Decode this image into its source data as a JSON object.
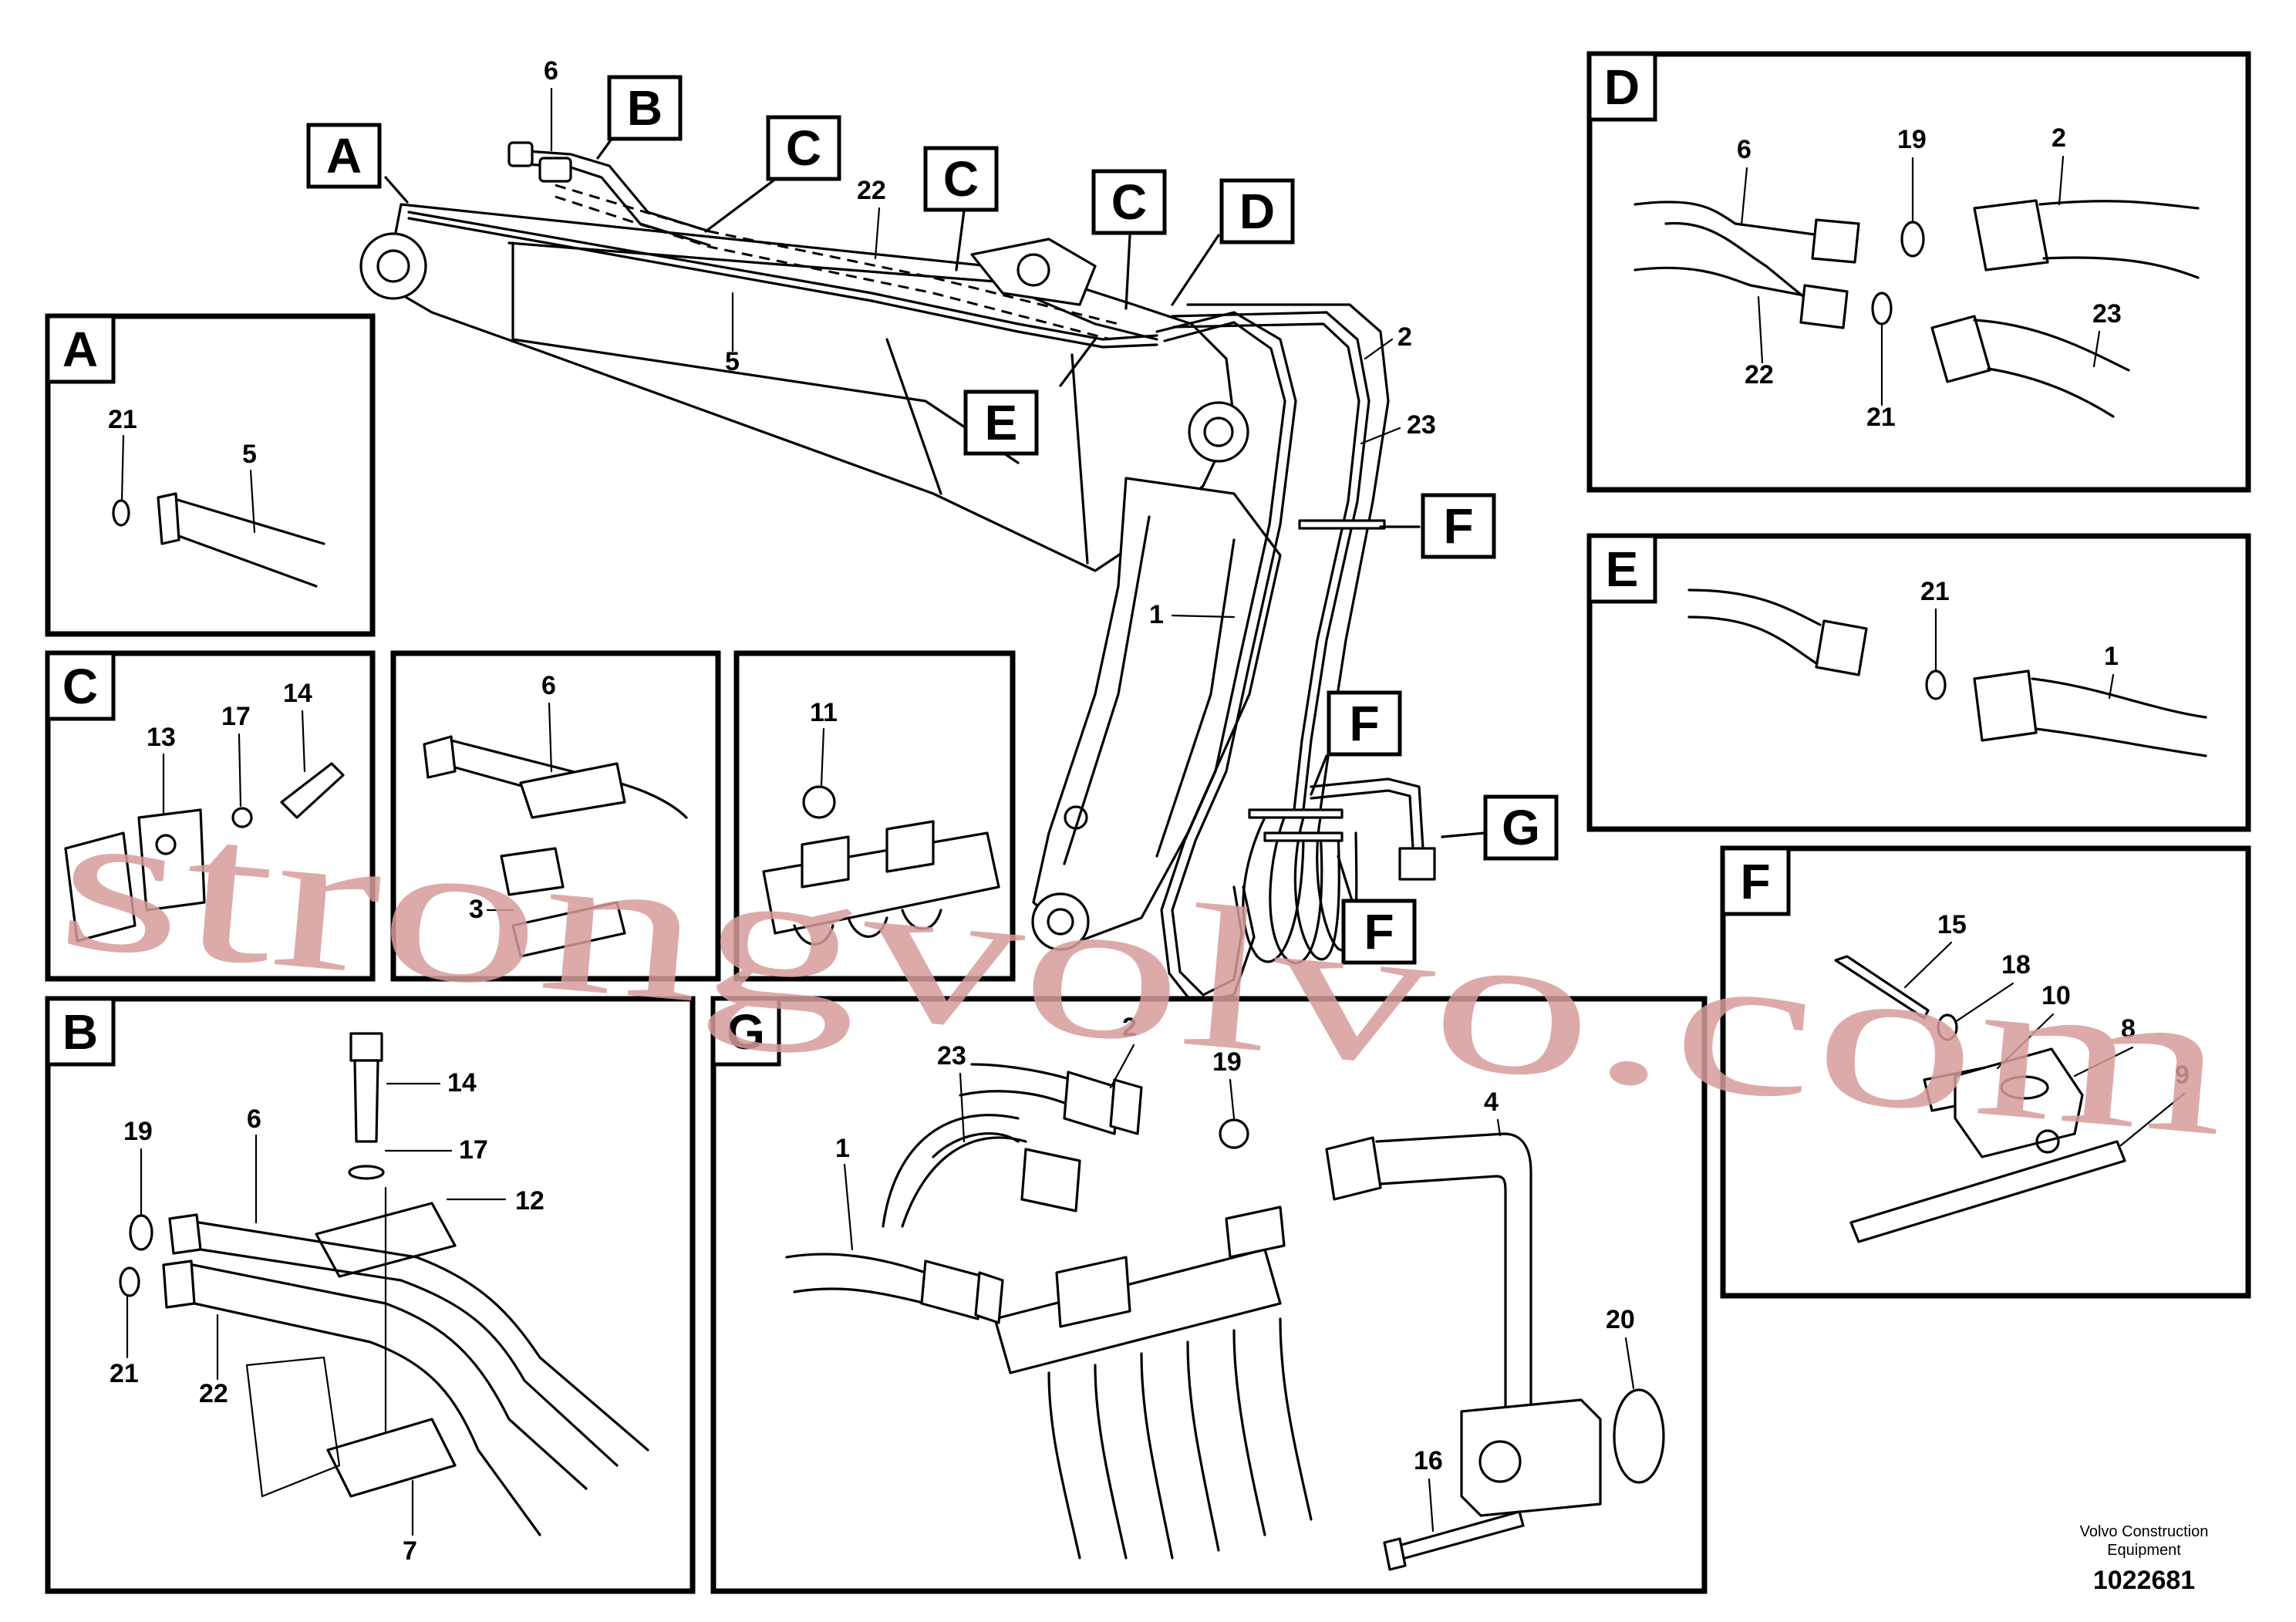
{
  "main_labels": {
    "l6": "6",
    "l22": "22",
    "l5": "5",
    "l2": "2",
    "l23": "23",
    "l1": "1"
  },
  "callout_tags": {
    "a": "A",
    "b": "B",
    "c1": "C",
    "c2": "C",
    "c3": "C",
    "d": "D",
    "e": "E",
    "f1": "F",
    "f2": "F",
    "f3": "F",
    "g": "G"
  },
  "panels": {
    "a": {
      "letter": "A",
      "labels": [
        "21",
        "5"
      ]
    },
    "c": {
      "letter": "C",
      "labels": [
        "13",
        "17",
        "14"
      ]
    },
    "mid": {
      "labels": [
        "6",
        "3"
      ]
    },
    "small": {
      "labels": [
        "11"
      ]
    },
    "b": {
      "letter": "B",
      "labels": [
        "14",
        "17",
        "12",
        "19",
        "6",
        "21",
        "22",
        "7"
      ]
    },
    "g": {
      "letter": "G",
      "labels": [
        "23",
        "2",
        "19",
        "4",
        "1",
        "20",
        "16"
      ]
    },
    "d": {
      "letter": "D",
      "labels": [
        "6",
        "19",
        "2",
        "22",
        "23",
        "21"
      ]
    },
    "e": {
      "letter": "E",
      "labels": [
        "21",
        "1"
      ]
    },
    "f": {
      "letter": "F",
      "labels": [
        "15",
        "18",
        "10",
        "8",
        "9"
      ]
    }
  },
  "watermark": "strongvolvo.com",
  "footer": {
    "company_line1": "Volvo Construction",
    "company_line2": "Equipment",
    "drawing_number": "1022681"
  }
}
